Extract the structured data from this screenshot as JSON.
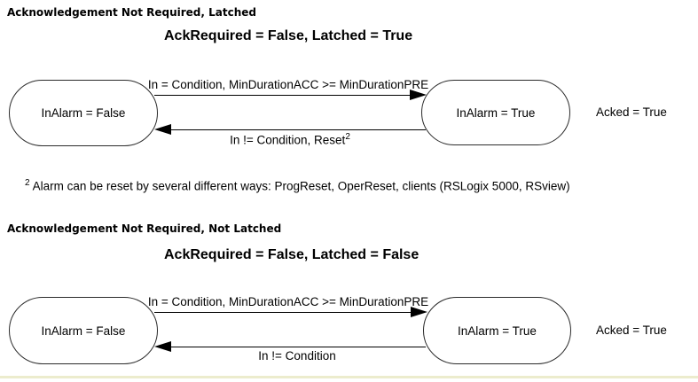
{
  "sections": [
    {
      "heading": "Acknowledgement Not Required, Latched",
      "title": "AckRequired = False, Latched = True",
      "diagram": {
        "left_state": "InAlarm = False",
        "right_state": "InAlarm = True",
        "side_label": "Acked = True",
        "forward_transition": "In = Condition, MinDurationACC >= MinDurationPRE",
        "back_transition": "In != Condition, Reset",
        "back_transition_sup": "2"
      },
      "footnote_sup": "2",
      "footnote_text": "Alarm can be reset by several different ways: ProgReset, OperReset, clients (RSLogix 5000, RSview)"
    },
    {
      "heading": "Acknowledgement Not Required, Not Latched",
      "title": "AckRequired = False, Latched = False",
      "diagram": {
        "left_state": "InAlarm = False",
        "right_state": "InAlarm = True",
        "side_label": "Acked = True",
        "forward_transition": "In = Condition, MinDurationACC >= MinDurationPRE",
        "back_transition": "In != Condition"
      }
    }
  ],
  "colors": {
    "background": "#ffffff",
    "line": "#000000",
    "divider": "#ececcd"
  }
}
